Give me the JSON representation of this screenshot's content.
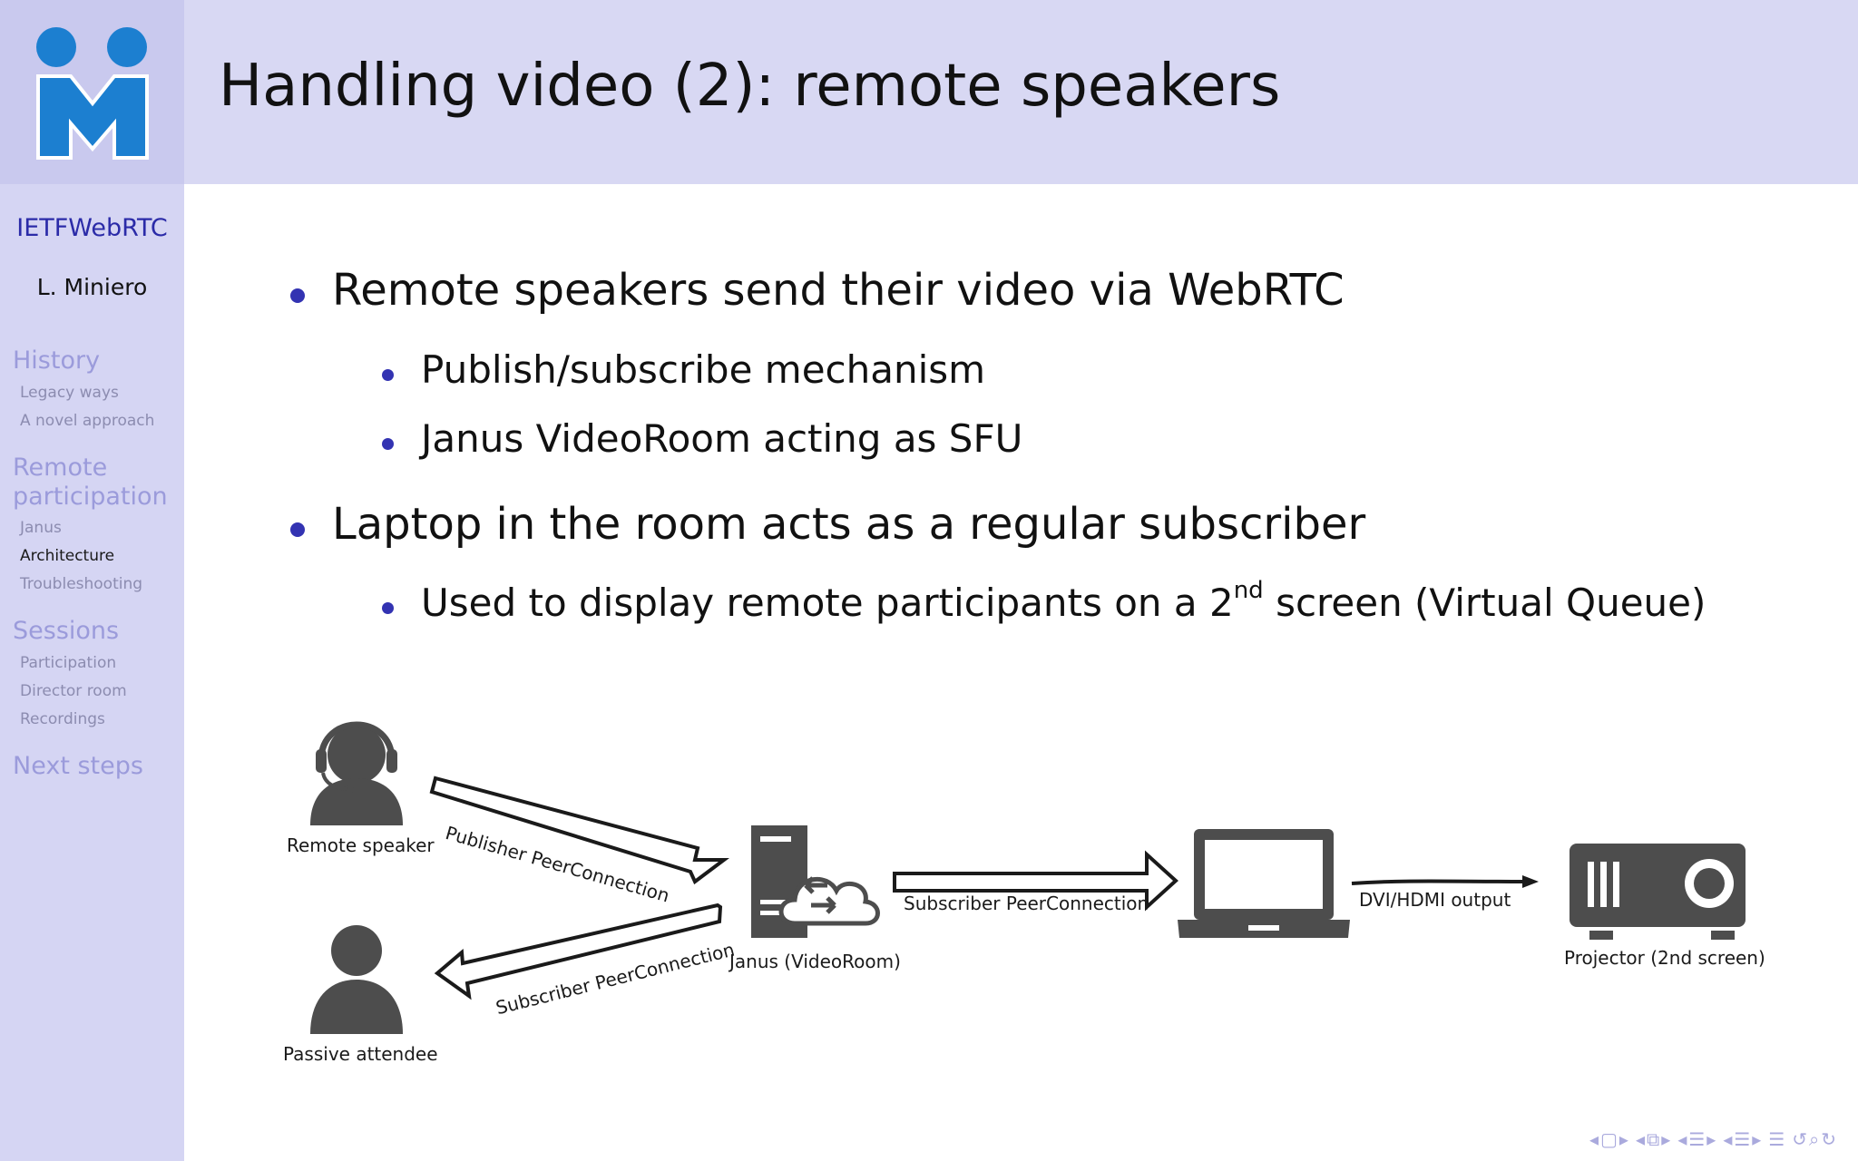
{
  "slide": {
    "title": "Handling video (2): remote speakers"
  },
  "sidebar": {
    "title": "IETFWebRTC",
    "author": "L. Miniero",
    "sections": [
      {
        "label": "History",
        "subs": [
          "Legacy ways",
          "A novel approach"
        ]
      },
      {
        "label": "Remote participation",
        "subs": [
          "Janus",
          "Architecture",
          "Troubleshooting"
        ]
      },
      {
        "label": "Sessions",
        "subs": [
          "Participation",
          "Director room",
          "Recordings"
        ]
      },
      {
        "label": "Next steps",
        "subs": []
      }
    ],
    "current_sub": "Architecture"
  },
  "bullets": [
    {
      "text": "Remote speakers send their video via WebRTC",
      "subs": [
        "Publish/subscribe mechanism",
        "Janus VideoRoom acting as SFU"
      ]
    },
    {
      "text": "Laptop in the room acts as a regular subscriber",
      "sub": {
        "before": "Used to display remote participants on a 2",
        "sup": "nd",
        "after": " screen (Virtual Queue)"
      }
    }
  ],
  "diagram": {
    "remote_speaker": "Remote speaker",
    "passive_attendee": "Passive attendee",
    "janus": "Janus (VideoRoom)",
    "projector": "Projector (2nd screen)",
    "publisher_pc": "Publisher PeerConnection",
    "subscriber_pc_back": "Subscriber PeerConnection",
    "subscriber_pc_laptop": "Subscriber PeerConnection",
    "output": "DVI/HDMI output"
  },
  "colors": {
    "accent": "#3333b2",
    "sidebar": "#d5d5f3",
    "header": "#d8d8f3",
    "logo_blue": "#1c7fd0",
    "icon_gray": "#4d4d4d"
  },
  "icons": [
    "headset-person-icon",
    "person-icon",
    "server-cloud-icon",
    "laptop-icon",
    "projector-icon"
  ]
}
